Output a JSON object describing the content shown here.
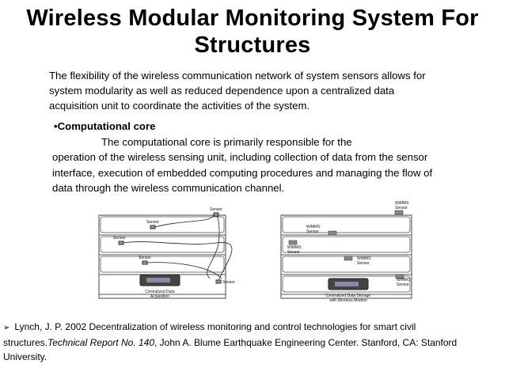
{
  "slide": {
    "title_line1": "Wireless Modular Monitoring System For",
    "title_line2": "Structures",
    "intro": "The flexibility of the wireless communication network of system sensors allows for system modularity as well as reduced dependence upon a centralized data acquisition unit to coordinate the activities of the system.",
    "core_heading": "•Computational core",
    "core_line1": "The computational core is primarily responsible for the",
    "core_rest": "operation of the wireless sensing unit, including collection of data from the sensor interface, execution of embedded computing procedures and managing the flow of data through the wireless communication channel."
  },
  "figure": {
    "left_sensor_label": "Sensor",
    "left_unit_label_line1": "Centralized Data",
    "left_unit_label_line2": "Acquisition",
    "right_sensor_line1": "WiMMS",
    "right_sensor_line2": "Sensor",
    "right_unit_label_line1": "Centralized Data Storage",
    "right_unit_label_line2": "with Wireless Modem"
  },
  "reference": {
    "bullet": "➢",
    "part1": "Lynch, J. P. 2002 Decentralization of wireless monitoring and control technologies for smart civil structures.",
    "italic": "Technical Report No. 140",
    "part2": ", John A. Blume Earthquake Engineering Center. Stanford, CA: Stanford University."
  }
}
